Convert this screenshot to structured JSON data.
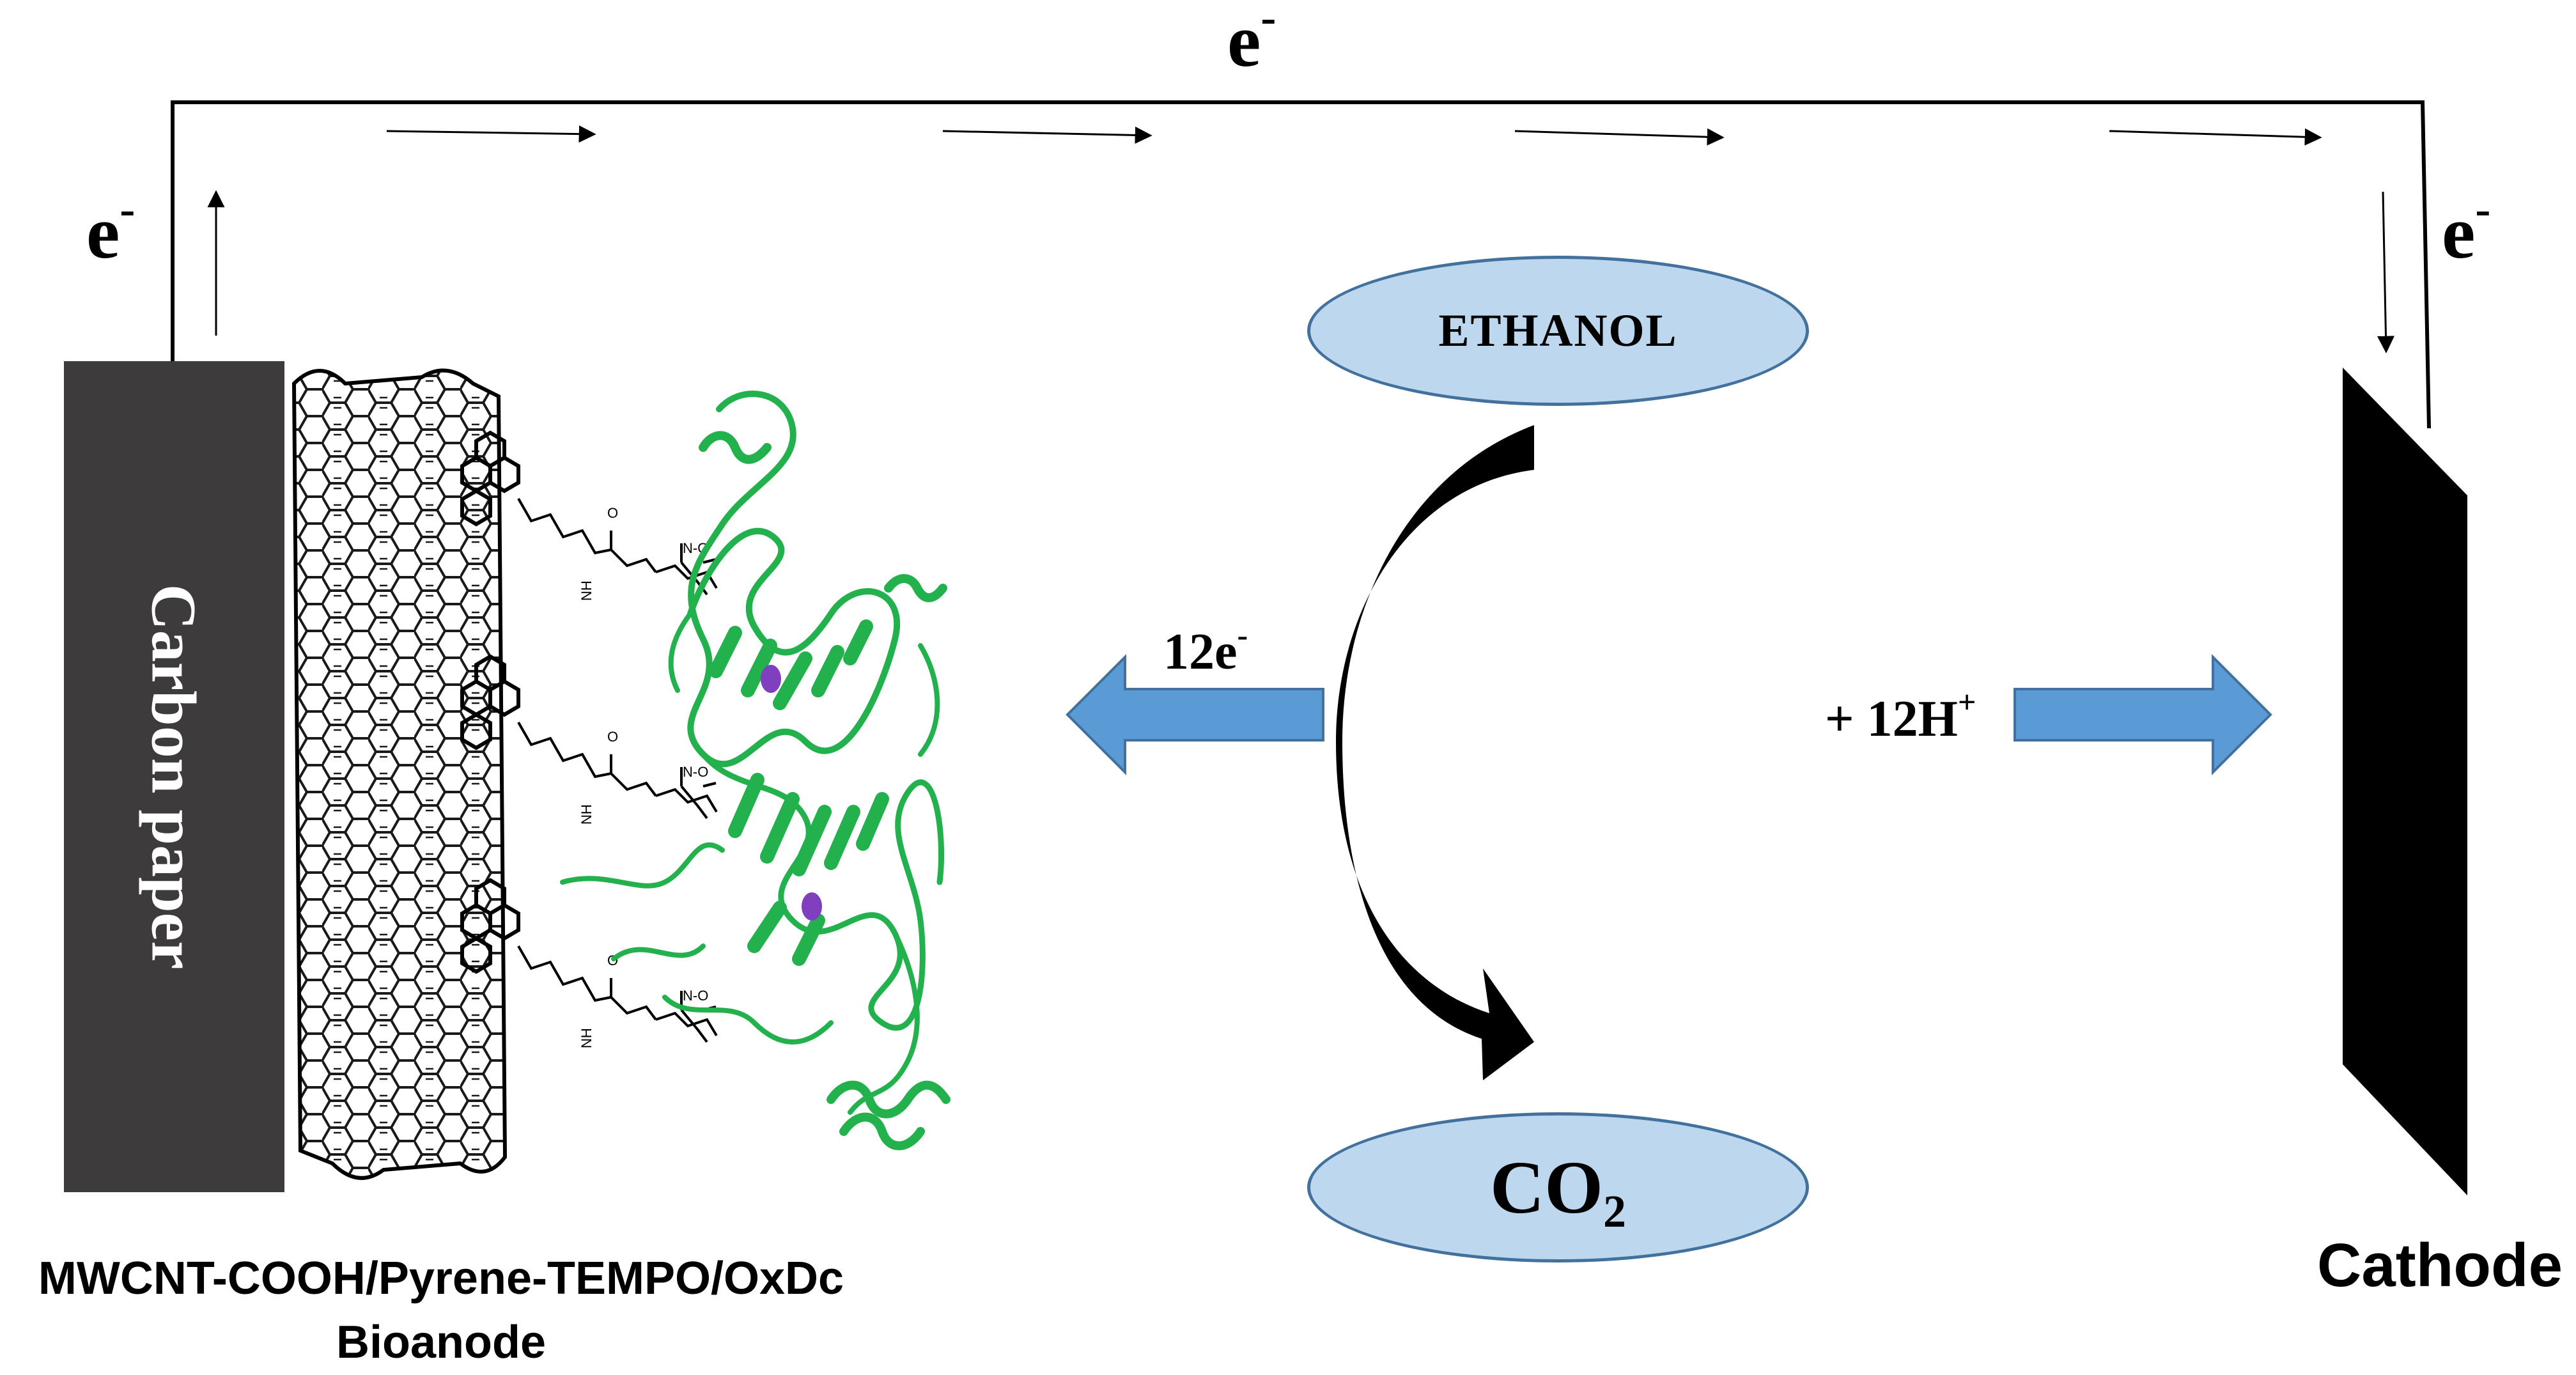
{
  "labels": {
    "electron_symbol": "e",
    "electron_charge": "-",
    "carbon_paper": "Carbon paper",
    "ethanol": "ETHANOL",
    "co2_base": "CO",
    "co2_subscript": "2",
    "electrons_released": "12e",
    "protons_released": "+ 12H",
    "proton_charge": "+",
    "anode_caption_line1": "MWCNT-COOH/Pyrene-TEMPO/OxDc",
    "anode_caption_line2": "Bioanode",
    "cathode_caption": "Cathode",
    "tempo_amide": "NH",
    "tempo_carbonyl": "O",
    "tempo_nitroxide": "N-O"
  },
  "colors": {
    "carbon_paper": "#3d3b3b",
    "oval_fill": "#bdd7ee",
    "oval_stroke": "#41719c",
    "block_arrow_fill": "#5b9bd5",
    "protein": "#22b14c",
    "metal_ion": "#7f3fbf",
    "wire": "#000000"
  },
  "icons": {
    "nanotube": "carbon-nanotube-lattice",
    "linker": "pyrene-tempo-linker",
    "enzyme": "oxalate-decarboxylase-ribbon",
    "reaction": "curved-reaction-arrow"
  }
}
